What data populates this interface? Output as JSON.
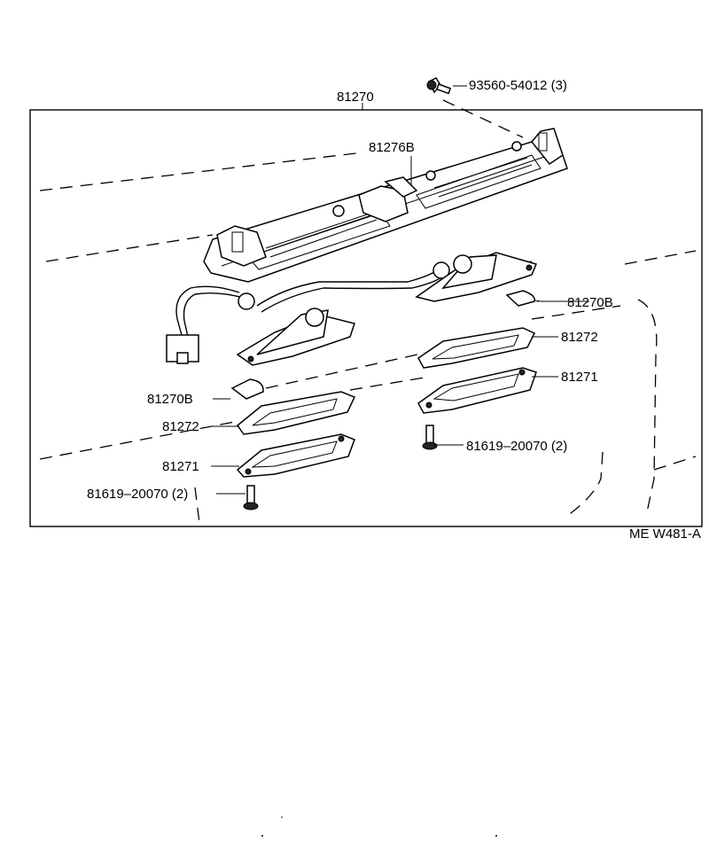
{
  "labels": {
    "assembly": "81270",
    "screw_top": "93560-54012 (3)",
    "housing": "81276B",
    "bulb_right": "81270B",
    "bulb_left": "81270B",
    "gasket_right": "81272",
    "gasket_left": "81272",
    "lens_right": "81271",
    "lens_left": "81271",
    "screw_right": "81619–20070 (2)",
    "screw_left": "81619–20070 (2)",
    "figure_code": "ME W481-A"
  }
}
